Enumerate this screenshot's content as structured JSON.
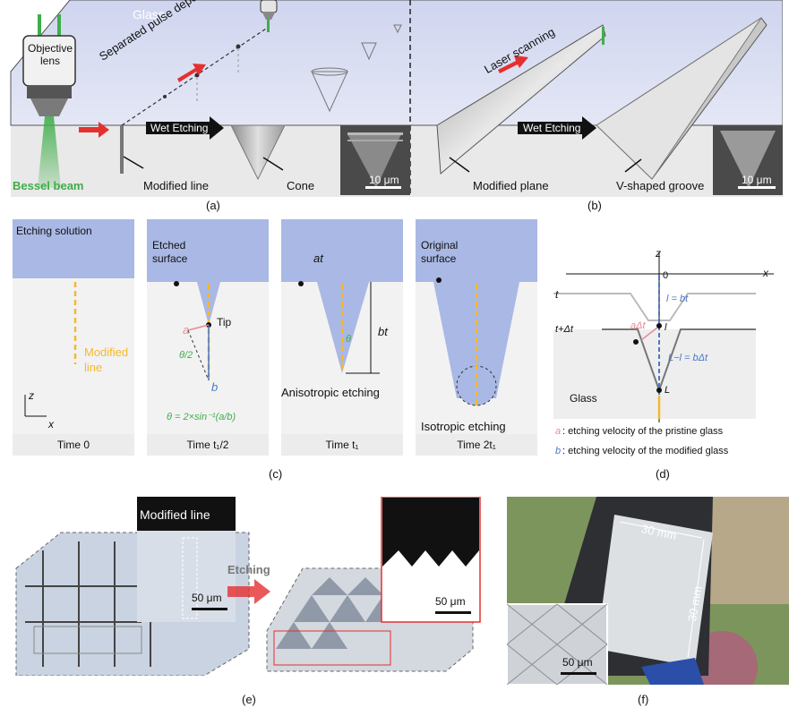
{
  "panel_a": {
    "glass_label": "Glass",
    "objective_label": "Objective lens",
    "pulse_label": "Separated pulse deposition",
    "wet_etching": "Wet Etching",
    "bessel_label": "Bessel beam",
    "modified_line": "Modified line",
    "cone": "Cone",
    "scale": "10 μm",
    "caption": "(a)"
  },
  "panel_b": {
    "laser_label": "Laser scanning",
    "wet_etching": "Wet Etching",
    "modified_plane": "Modified plane",
    "groove": "V-shaped groove",
    "scale": "10 μm",
    "caption": "(b)"
  },
  "panel_c": {
    "etching_solution": "Etching solution",
    "modified_line": "Modified line",
    "etched_surface": "Etched surface",
    "tip": "Tip",
    "a_vec": "a",
    "b_vec": "b",
    "half_theta": "θ/2",
    "theta_eq": "θ = 2×sin⁻¹(a/b)",
    "at": "at",
    "bt": "bt",
    "theta": "θ",
    "anisotropic": "Anisotropic etching",
    "original_surface": "Original surface",
    "isotropic": "Isotropic etching",
    "axis_z": "z",
    "axis_x": "x",
    "times": [
      "Time 0",
      "Time t₁/2",
      "Time t₁",
      "Time 2t₁"
    ],
    "caption": "(c)"
  },
  "panel_d": {
    "z": "z",
    "x": "x",
    "zero": "0",
    "t": "t",
    "t_dt": "t+Δt",
    "l_eq": "l = bt",
    "a_dt": "aΔt",
    "l": "l",
    "L_eq": "L−l = bΔt",
    "L": "L",
    "glass": "Glass",
    "legend_a": ": etching velocity of the pristine glass",
    "legend_b": ": etching velocity of the modified glass",
    "legend_a_sym": "a",
    "legend_b_sym": "b",
    "caption": "(d)"
  },
  "panel_e": {
    "modified_line": "Modified line",
    "scale1": "50 μm",
    "etching": "Etching",
    "scale2": "50 μm",
    "caption": "(e)"
  },
  "panel_f": {
    "dim1": "30 mm",
    "dim2": "30 mm",
    "scale": "50 μm",
    "caption": "(f)"
  },
  "colors": {
    "glass_top": "#d7dcf0",
    "solution": "#a9b8e4",
    "modified": "#f5b82e",
    "arrow_red": "#e53030",
    "vec_a": "#e88a95",
    "vec_b": "#4a78c8",
    "green": "#3fae49"
  }
}
